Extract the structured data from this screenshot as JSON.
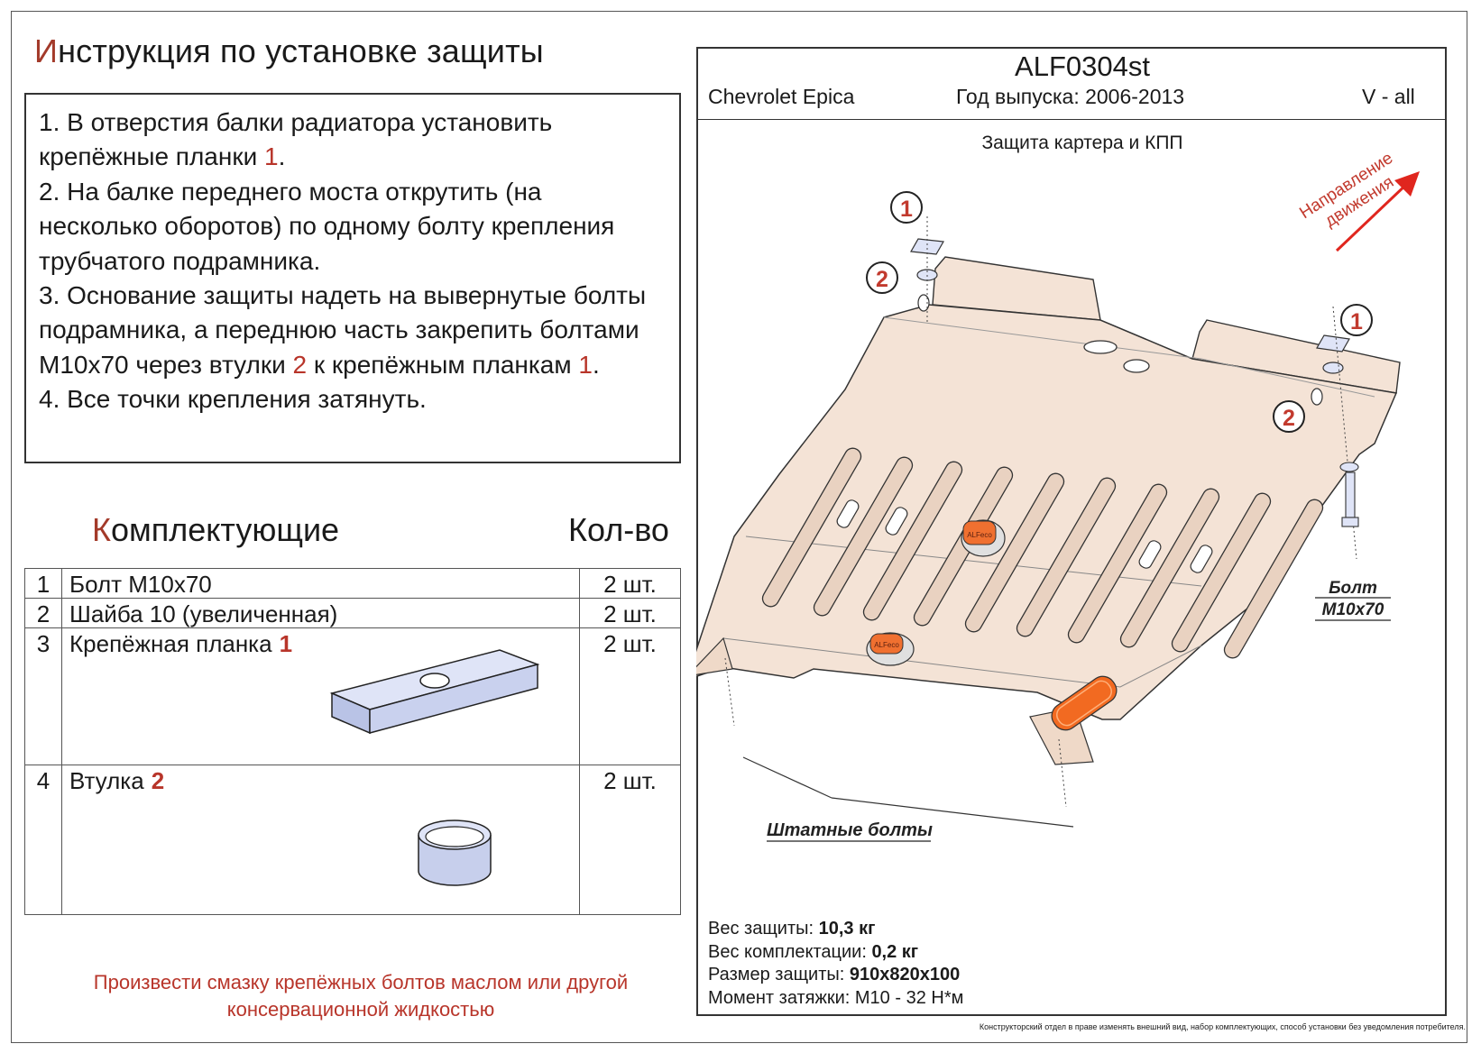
{
  "instructions": {
    "title_first": "И",
    "title_rest": "нструкция по установке защиты",
    "steps": [
      {
        "text": "1. В отверстия балки радиатора установить крепёжные планки ",
        "ref": "1",
        "tail": "."
      },
      {
        "text": "2. На балке переднего моста открутить (на несколько оборотов) по одному болту крепления трубчатого подрамника.",
        "ref": "",
        "tail": ""
      },
      {
        "text": "3. Основание защиты надеть на вывернутые болты подрамника, а переднюю часть закрепить болтами М10х70 через втулки ",
        "ref": "2",
        "mid": " к крепёжным планкам ",
        "ref2": "1",
        "tail": "."
      },
      {
        "text": "4. Все точки крепления затянуть.",
        "ref": "",
        "tail": ""
      }
    ]
  },
  "kit": {
    "title_first": "К",
    "title_rest": "омплектующие",
    "qty_header": "Кол-во",
    "rows": [
      {
        "n": "1",
        "name": "Болт М10х70",
        "ref": "",
        "qty": "2 шт."
      },
      {
        "n": "2",
        "name": "Шайба 10 (увеличенная)",
        "ref": "",
        "qty": "2 шт."
      },
      {
        "n": "3",
        "name": "Крепёжная планка",
        "ref": "1",
        "qty": "2 шт."
      },
      {
        "n": "4",
        "name": "Втулка",
        "ref": "2",
        "qty": "2 шт."
      }
    ]
  },
  "note": "Произвести смазку крепёжных болтов маслом или другой консервационной жидкостью",
  "header": {
    "code": "ALF0304st",
    "car": "Chevrolet Epica",
    "year": "Год выпуска: 2006-2013",
    "version": "V - all",
    "subtitle": "Защита картера и КПП"
  },
  "diagram": {
    "direction_line1": "Направление",
    "direction_line2": "движения",
    "bolt_label_1": "Болт",
    "bolt_label_2": "М10х70",
    "stock_bolts": "Штатные болты",
    "callouts": [
      "1",
      "2",
      "1",
      "2"
    ],
    "logo": "ALFeco"
  },
  "specs": {
    "weight_label": "Вес защиты: ",
    "weight_value": "10,3 кг",
    "kit_weight_label": "Вес комплектации: ",
    "kit_weight_value": "0,2 кг",
    "size_label": "Размер защиты: ",
    "size_value": "910х820х100",
    "torque": "Момент затяжки: М10 - 32 Н*м"
  },
  "disclaimer": "Конструкторский отдел в праве изменять внешний вид, набор комплектующих, способ установки без уведомления потребителя.",
  "colors": {
    "accent_red": "#b8352a",
    "plate": "#f4e3d6",
    "part_blue": "#cdd5ef",
    "vent_orange": "#f26a21"
  }
}
